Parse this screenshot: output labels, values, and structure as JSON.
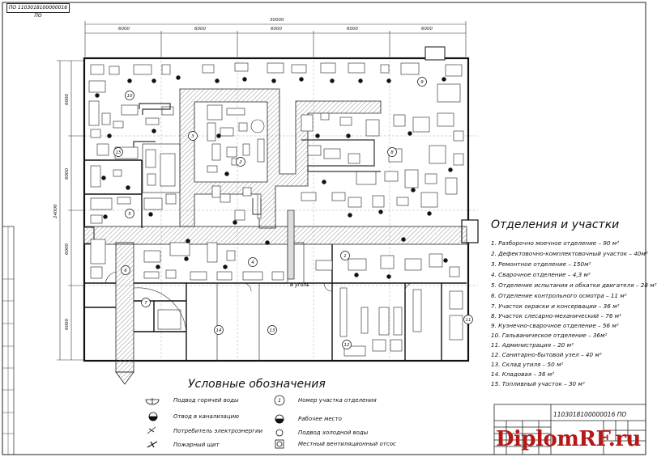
{
  "stamp_code": "ПО 1103018100000016 ПО",
  "dimensions": {
    "overall": "30000",
    "spans": [
      "6000",
      "6000",
      "6000",
      "6000",
      "6000"
    ],
    "left_total": "24000",
    "left_spans": [
      "6000",
      "6000",
      "6000",
      "6000"
    ]
  },
  "entry_label": "В уголь",
  "sections": {
    "title": "Отделения и участки",
    "items": [
      "1. Разборочно моечное отделение – 90 м²",
      "2. Дефектовочно-комплектовочный участок – 40м²",
      "3. Ремонтное отделение – 150м²",
      "4. Сварочное отделение – 4,3 м²",
      "5. Отделение испытания и обкатки двигателя – 28 м²",
      "6. Отделение контрольного осмотра – 11 м²",
      "7. Участок окраски и консервации – 36 м²",
      "8. Участок слесарно-механический – 76 м²",
      "9. Кузнечно-сварочное отделение – 56 м²",
      "10. Гальваническое отделение – 36м²",
      "11. Администрация – 20 м²",
      "12. Санитарно-бытовой узел – 40 м²",
      "13. Склад утиля – 50 м²",
      "14. Кладовая – 36 м²",
      "15. Топливный участок – 30 м²"
    ]
  },
  "legend": {
    "title": "Условные обозначения",
    "items": [
      "Подвод горячей воды",
      "Отвод в канализацию",
      "Потребитель электроэнергии",
      "Пожарный щит",
      "Номер участка отделения",
      "Рабочее место",
      "Подвод холодной воды",
      "Местный вентиляционный отсос"
    ]
  },
  "title_block": {
    "code": "1103018100000016 ПО"
  },
  "watermark": "DiplomRF.ru",
  "room_numbers": [
    "1",
    "2",
    "3",
    "4",
    "5",
    "6",
    "7",
    "8",
    "9",
    "10",
    "11",
    "12",
    "13",
    "14",
    "15"
  ]
}
